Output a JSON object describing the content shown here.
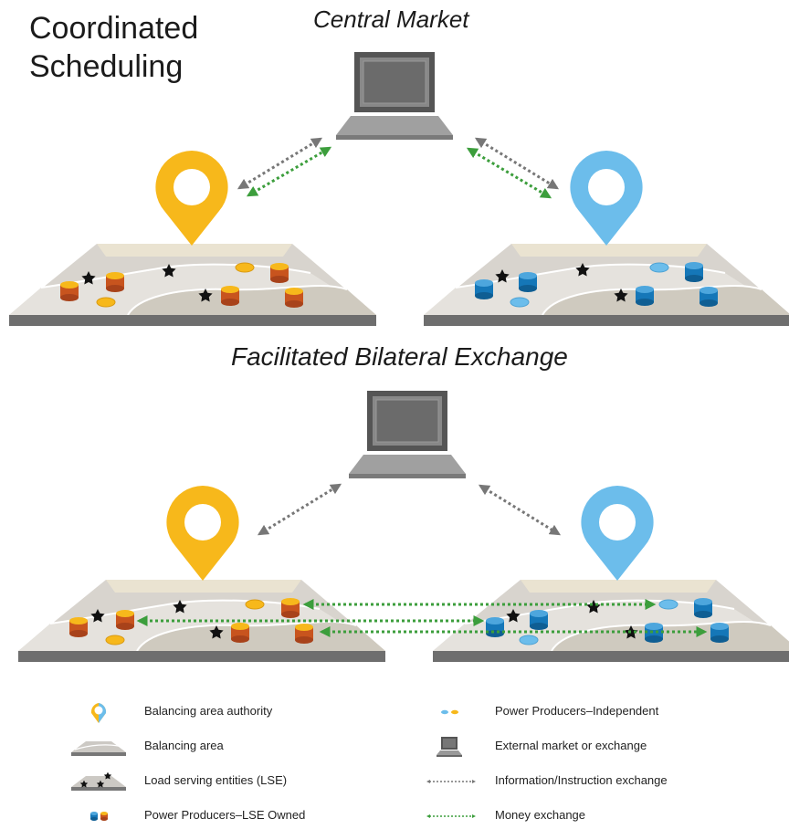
{
  "header": {
    "title_line1": "Coordinated",
    "title_line2": "Scheduling"
  },
  "sections": {
    "central_market": "Central Market",
    "bilateral_exchange": "Facilitated Bilateral Exchange"
  },
  "colors": {
    "left_authority": "#F7B81B",
    "right_authority": "#6CBDEB",
    "lse_owned_left": "#C8541E",
    "lse_owned_right": "#1577B8",
    "info_arrow": "#777777",
    "money_arrow": "#3C9E3C",
    "area_gray": "#D6D3CF",
    "base_dark": "#6E6E6E"
  },
  "legend": [
    {
      "icon": "balancing-authority-pin-icon",
      "label": "Balancing area authority"
    },
    {
      "icon": "balancing-area-icon",
      "label": "Balancing area"
    },
    {
      "icon": "load-serving-entity-icon",
      "label": "Load serving entities (LSE)"
    },
    {
      "icon": "producer-lse-owned-icon",
      "label": "Power Producers–LSE Owned"
    },
    {
      "icon": "producer-independent-icon",
      "label": "Power Producers–Independent"
    },
    {
      "icon": "external-market-laptop-icon",
      "label": "External market or exchange"
    },
    {
      "icon": "info-exchange-arrow-icon",
      "label": "Information/Instruction exchange"
    },
    {
      "icon": "money-exchange-arrow-icon",
      "label": "Money exchange"
    }
  ]
}
